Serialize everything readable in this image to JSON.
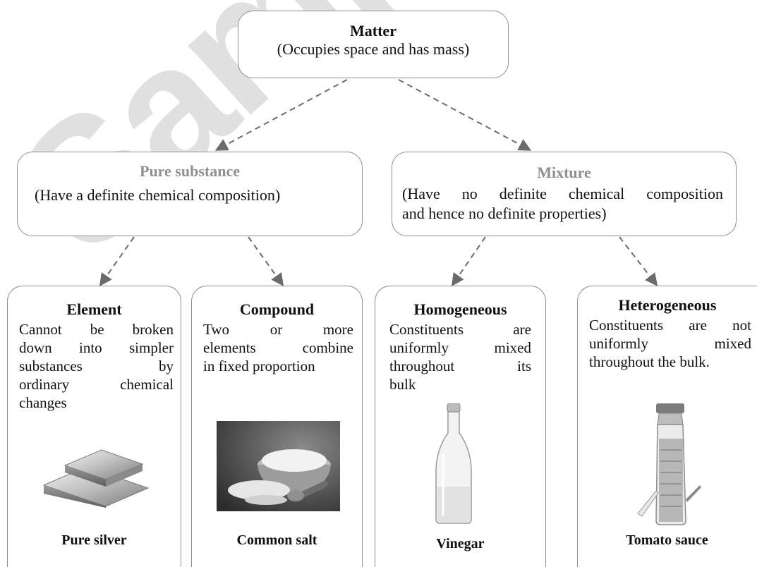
{
  "watermark": "Sample",
  "matter": {
    "title": "Matter",
    "desc": "(Occupies space and has mass)"
  },
  "pure_substance": {
    "title": "Pure substance",
    "desc": "(Have a definite chemical composition)"
  },
  "mixture": {
    "title": "Mixture",
    "desc_line1": "(Have no definite chemical composition",
    "desc_line2": "and hence no definite properties)"
  },
  "element": {
    "title": "Element",
    "lines": [
      "Cannot be broken",
      "down into simpler",
      "substances by",
      "ordinary chemical",
      "changes"
    ],
    "caption": "Pure silver"
  },
  "compound": {
    "title": "Compound",
    "lines": [
      "Two or more",
      "elements combine",
      "in fixed proportion"
    ],
    "caption": "Common salt"
  },
  "homogeneous": {
    "title": "Homogeneous",
    "lines": [
      "Constituents are",
      "uniformly mixed",
      "throughout its",
      "bulk"
    ],
    "caption": "Vinegar"
  },
  "heterogeneous": {
    "title": "Heterogeneous",
    "lines": [
      "Constituents are not",
      "uniformly mixed",
      "throughout the bulk."
    ],
    "caption": "Tomato sauce"
  },
  "colors": {
    "border": "#8e8e8e",
    "arrow": "#6b6b6b",
    "muted_title": "#8f8f8f"
  }
}
